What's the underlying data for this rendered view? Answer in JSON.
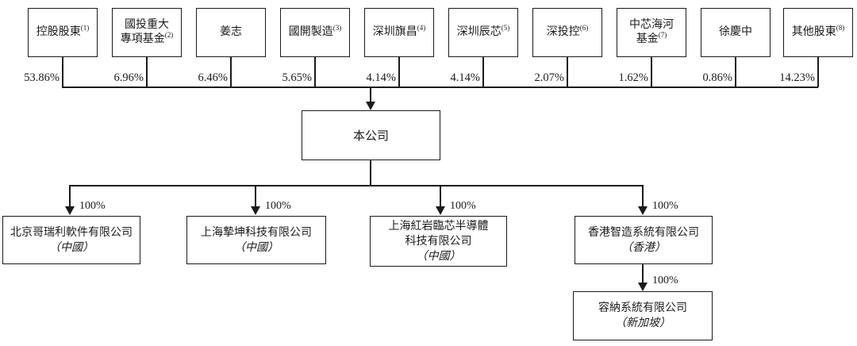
{
  "figure": {
    "kind": "shareholding-structure-diagram",
    "background_color": "#ffffff",
    "line_color": "#1b1b1b"
  },
  "shareholders": [
    {
      "label": "控股股東",
      "sup": "(1)",
      "pct": "53.86%"
    },
    {
      "label": "國投重大\n專項基金",
      "sup": "(2)",
      "pct": "6.96%"
    },
    {
      "label": "姜志",
      "sup": "",
      "pct": "6.46%"
    },
    {
      "label": "國開製造",
      "sup": "(3)",
      "pct": "5.65%"
    },
    {
      "label": "深圳旗昌",
      "sup": "(4)",
      "pct": "4.14%"
    },
    {
      "label": "深圳辰芯",
      "sup": "(5)",
      "pct": "4.14%"
    },
    {
      "label": "深投控",
      "sup": "(6)",
      "pct": "2.07%"
    },
    {
      "label": "中芯海河\n基金",
      "sup": "(7)",
      "pct": "1.62%"
    },
    {
      "label": "徐慶中",
      "sup": "",
      "pct": "0.86%"
    },
    {
      "label": "其他股東",
      "sup": "(8)",
      "pct": "14.23%"
    }
  ],
  "company": {
    "label": "本公司"
  },
  "subsidiaries": [
    {
      "name": "北京哥瑞利軟件有限公司",
      "jurisdiction": "（中國）",
      "pct": "100%"
    },
    {
      "name": "上海摯坤科技有限公司",
      "jurisdiction": "（中國）",
      "pct": "100%"
    },
    {
      "name": "上海紅岩臨芯半導體\n科技有限公司",
      "jurisdiction": "（中國）",
      "pct": "100%"
    },
    {
      "name": "香港智造系統有限公司",
      "jurisdiction": "（香港）",
      "pct": "100%"
    }
  ],
  "sub_subsidiary": {
    "name": "容納系統有限公司",
    "jurisdiction": "（新加坡）",
    "pct": "100%"
  }
}
